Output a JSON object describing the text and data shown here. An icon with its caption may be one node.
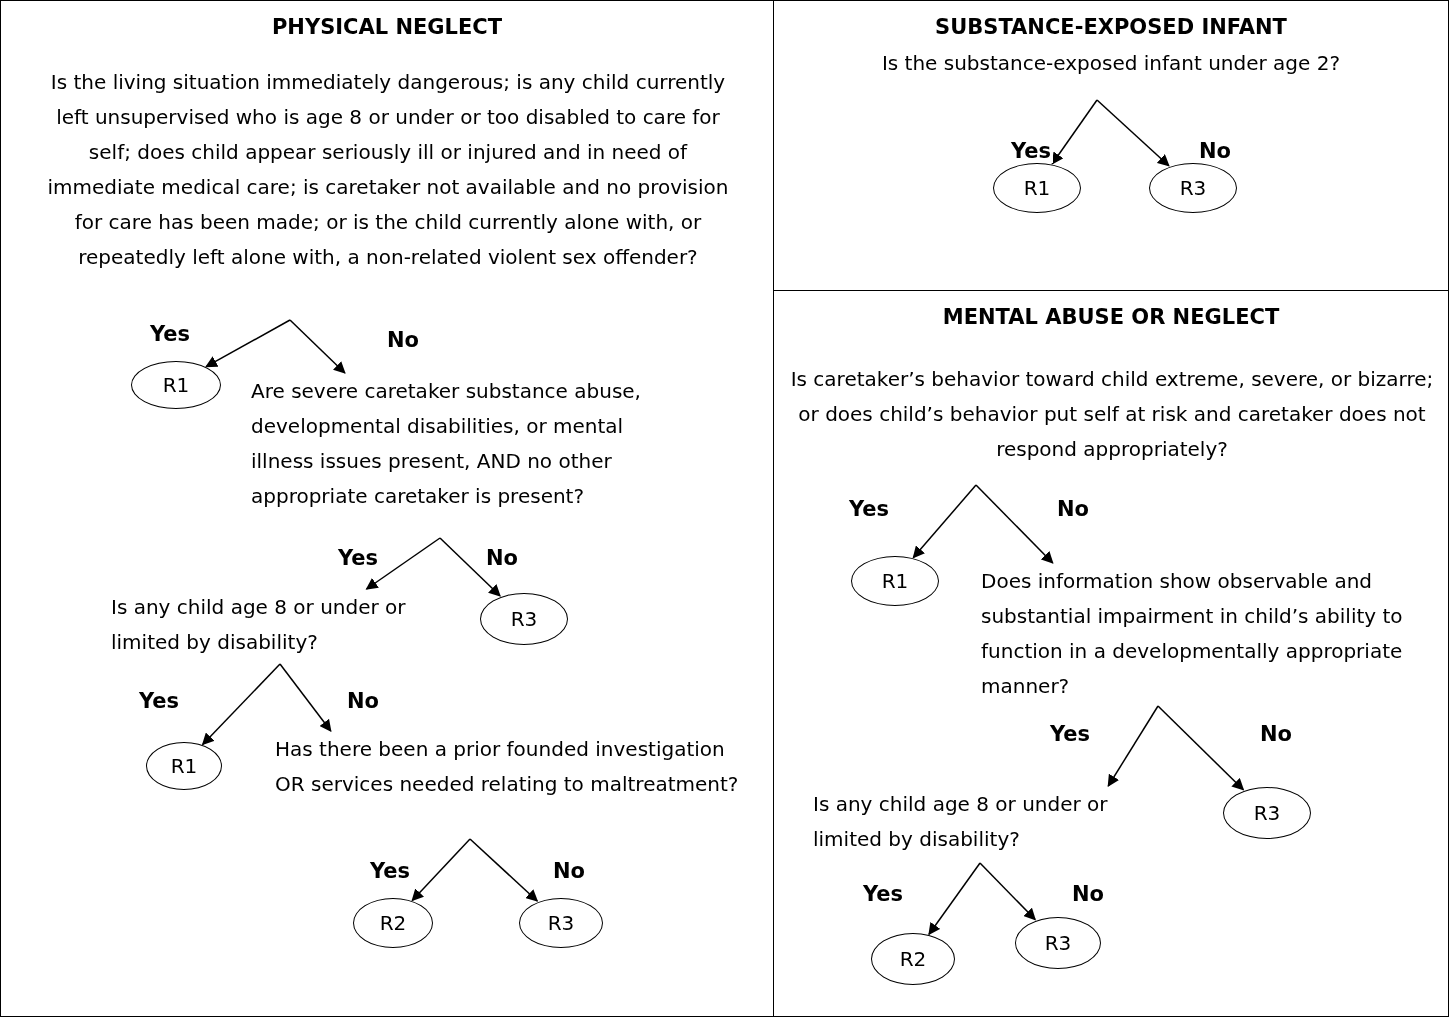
{
  "diagram": {
    "nodes": [
      {
        "text": [
          "PHYSICAL NEGLECT"
        ]
      },
      {
        "text": [
          "Is the living situation immediately dangerous; is any child currently left unsupervised who is age 8 or under or too disabled to care for self; does child appear seriously ill or injured and in need of immediate medical care; is caretaker not available and no provision for care has been made; or is the child currently alone with, or repeatedly left alone with, a non-related violent sex offender?"
        ],
        "in": 0
      },
      {
        "text": [
          "R1"
        ],
        "in": 0
      },
      {
        "text": [
          "Are severe caretaker substance abuse, developmental disabilities, or mental illness issues present, AND no other appropriate caretaker is present?"
        ],
        "in": 0
      },
      {
        "text": [
          "R3"
        ],
        "in": 0
      },
      {
        "text": [
          "Is any child age 8 or under or limited by disability?"
        ],
        "in": 0
      },
      {
        "text": [
          "R1"
        ],
        "in": 0
      },
      {
        "text": [
          "Has there been a prior founded investigation OR services needed relating to maltreatment?"
        ],
        "in": 0
      },
      {
        "text": [
          "R2"
        ],
        "in": 0
      },
      {
        "text": [
          "R3"
        ],
        "in": 0
      },
      {
        "text": [
          "SUBSTANCE-EXPOSED INFANT"
        ]
      },
      {
        "text": [
          "Is the substance-exposed infant under age 2?"
        ],
        "in": 10
      },
      {
        "text": [
          "R1"
        ],
        "in": 10
      },
      {
        "text": [
          "R3"
        ],
        "in": 10
      },
      {
        "text": [
          "MENTAL ABUSE OR NEGLECT"
        ]
      },
      {
        "text": [
          "Is caretaker’s behavior toward child extreme, severe, or bizarre; or does child’s behavior put self at risk and caretaker does not respond appropriately?"
        ],
        "in": 14
      },
      {
        "text": [
          "R1"
        ],
        "in": 14
      },
      {
        "text": [
          "Does information show observable and substantial impairment in child’s ability to function in a developmentally appropriate manner?"
        ],
        "in": 14
      },
      {
        "text": [
          "Is any child age 8 or under or limited by disability?"
        ],
        "in": 14
      },
      {
        "text": [
          "R3"
        ],
        "in": 14
      },
      {
        "text": [
          "R2"
        ],
        "in": 14
      },
      {
        "text": [
          "R3"
        ],
        "in": 14
      }
    ],
    "edges": [
      {
        "from": 1,
        "to": 2,
        "arrow": "to",
        "label": "Yes"
      },
      {
        "from": 1,
        "to": 3,
        "arrow": "to",
        "label": "No"
      },
      {
        "from": 3,
        "to": 5,
        "arrow": "to",
        "label": "Yes"
      },
      {
        "from": 3,
        "to": 4,
        "arrow": "to",
        "label": "No"
      },
      {
        "from": 5,
        "to": 6,
        "arrow": "to",
        "label": "Yes"
      },
      {
        "from": 5,
        "to": 7,
        "arrow": "to",
        "label": "No"
      },
      {
        "from": 7,
        "to": 8,
        "arrow": "to",
        "label": "Yes"
      },
      {
        "from": 7,
        "to": 9,
        "arrow": "to",
        "label": "No"
      },
      {
        "from": 11,
        "to": 12,
        "arrow": "to",
        "label": "Yes"
      },
      {
        "from": 11,
        "to": 13,
        "arrow": "to",
        "label": "No"
      },
      {
        "from": 15,
        "to": 16,
        "arrow": "to",
        "label": "Yes"
      },
      {
        "from": 15,
        "to": 17,
        "arrow": "to",
        "label": "No"
      },
      {
        "from": 17,
        "to": 18,
        "arrow": "to",
        "label": "Yes"
      },
      {
        "from": 17,
        "to": 19,
        "arrow": "to",
        "label": "No"
      },
      {
        "from": 18,
        "to": 20,
        "arrow": "to",
        "label": "Yes"
      },
      {
        "from": 18,
        "to": 21,
        "arrow": "to",
        "label": "No"
      }
    ]
  }
}
